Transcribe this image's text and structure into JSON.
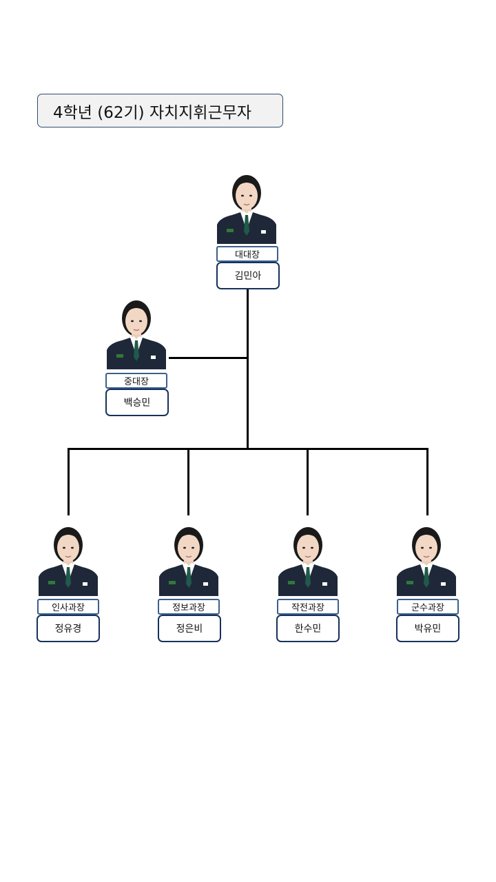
{
  "title": "4학년 (62기) 자치지휘근무자",
  "commander": {
    "role": "대대장",
    "name": "김민아"
  },
  "vice": {
    "role": "중대장",
    "name": "백승민"
  },
  "staff": [
    {
      "role": "인사과장",
      "name": "정유경"
    },
    {
      "role": "정보과장",
      "name": "정은비"
    },
    {
      "role": "작전과장",
      "name": "한수민"
    },
    {
      "role": "군수과장",
      "name": "박유민"
    }
  ],
  "colors": {
    "uniform": "#1f2838",
    "tie": "#1f5a4a",
    "role_border": "#3b5f8a",
    "name_border": "#16305a"
  }
}
